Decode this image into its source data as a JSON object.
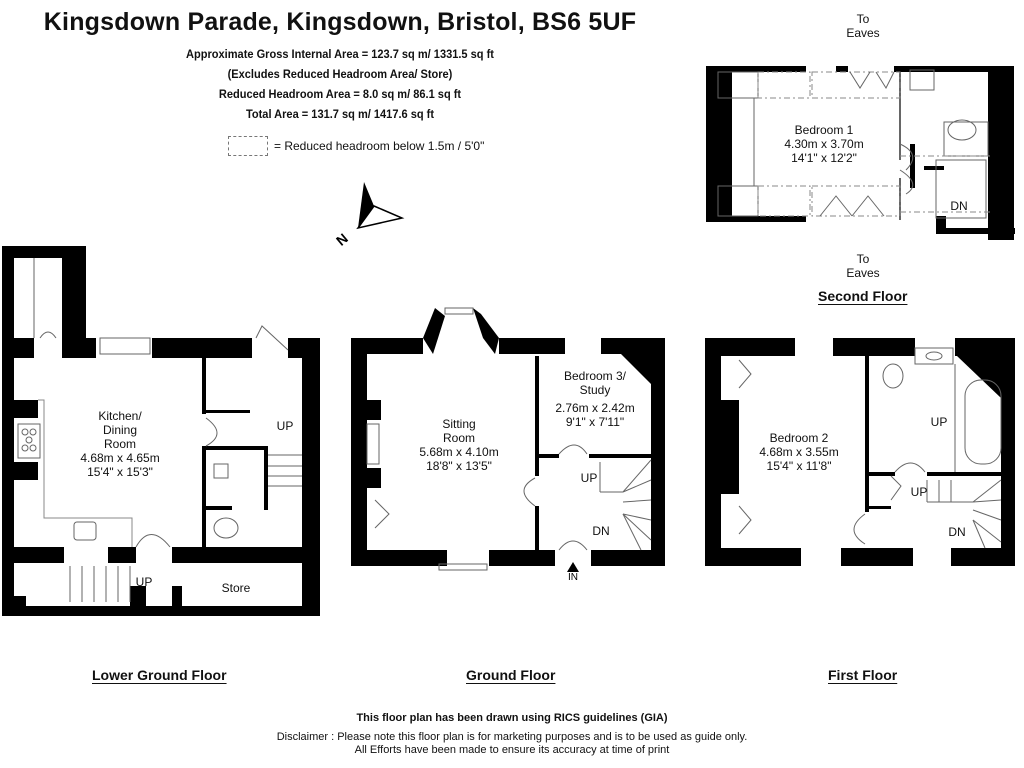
{
  "header": {
    "title": "Kingsdown Parade, Kingsdown, Bristol, BS6 5UF",
    "area_lines": [
      "Approximate Gross Internal Area = 123.7 sq m/ 1331.5 sq ft",
      "(Excludes Reduced Headroom Area/ Store)",
      "Reduced Headroom Area = 8.0 sq m/ 86.1 sq ft",
      "Total Area = 131.7 sq m/ 1417.6 sq ft"
    ],
    "legend": "= Reduced headroom below 1.5m / 5'0\""
  },
  "compass": {
    "icon": "north-arrow-icon",
    "label": "N"
  },
  "floors": {
    "lower_ground": {
      "label": "Lower Ground Floor",
      "rooms": [
        {
          "name_lines": [
            "Kitchen/",
            "Dining",
            "Room"
          ],
          "metric": "4.68m x 4.65m",
          "imperial": "15'4\" x 15'3\""
        },
        {
          "name_lines": [
            "Store"
          ]
        }
      ],
      "stairs": [
        "UP",
        "UP"
      ]
    },
    "ground": {
      "label": "Ground Floor",
      "rooms": [
        {
          "name_lines": [
            "Sitting",
            "Room"
          ],
          "metric": "5.68m x 4.10m",
          "imperial": "18'8\" x 13'5\""
        },
        {
          "name_lines": [
            "Bedroom 3/",
            "Study"
          ],
          "metric": "2.76m x 2.42m",
          "imperial": "9'1\" x 7'11\""
        }
      ],
      "stairs": [
        "UP",
        "DN"
      ],
      "entrance": "IN"
    },
    "first": {
      "label": "First Floor",
      "rooms": [
        {
          "name_lines": [
            "Bedroom 2"
          ],
          "metric": "4.68m x 3.55m",
          "imperial": "15'4\" x 11'8\""
        }
      ],
      "stairs": [
        "UP",
        "UP",
        "DN"
      ]
    },
    "second": {
      "label": "Second Floor",
      "rooms": [
        {
          "name_lines": [
            "Bedroom 1"
          ],
          "metric": "4.30m x 3.70m",
          "imperial": "14'1\" x 12'2\""
        }
      ],
      "stairs": [
        "DN"
      ],
      "eaves_top": [
        "To",
        "Eaves"
      ],
      "eaves_bottom": [
        "To",
        "Eaves"
      ]
    }
  },
  "footer": {
    "rics": "This floor plan has been drawn using RICS guidelines (GIA)",
    "disclaimer_1": "Disclaimer : Please note this floor plan is for marketing purposes and is to be used as guide only.",
    "disclaimer_2": "All Efforts have been made to ensure its accuracy at time of print"
  },
  "colors": {
    "wall": "#000000",
    "line": "#555555",
    "dashed": "#888888",
    "background": "#ffffff"
  }
}
